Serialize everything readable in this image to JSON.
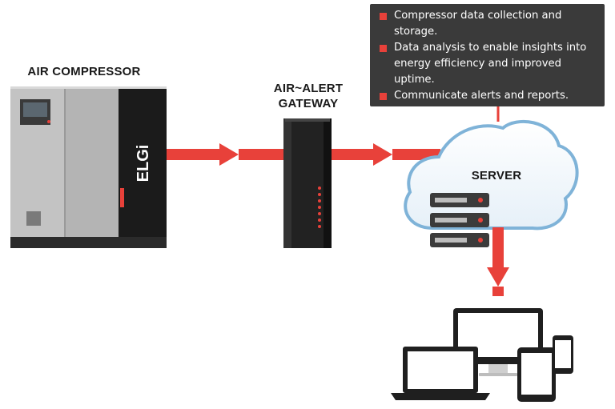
{
  "labels": {
    "compressor": "AIR COMPRESSOR",
    "gateway_line1": "AIR~ALERT",
    "gateway_line2": "GATEWAY",
    "server": "SERVER",
    "brand": "ELGi"
  },
  "info_box": {
    "items": [
      "Compressor data collection and storage.",
      "Data analysis to enable insights into energy efficiency and improved uptime.",
      "Communicate alerts and reports."
    ]
  },
  "colors": {
    "arrow_red": "#e8413a",
    "info_box_bg": "#3a3a3a",
    "cloud_stroke": "#7fb3d8",
    "device_dark": "#222222"
  }
}
